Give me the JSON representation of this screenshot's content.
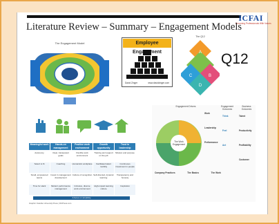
{
  "slide": {
    "title": "Literature Review – Summary – Engagement Models",
    "q12_label": "Q12",
    "logo": {
      "name": "ICFAI",
      "tagline": "Grooming Professionals With Values"
    }
  },
  "engagement_box": {
    "header": "Employee Engagement",
    "footer_left": "David Zinger",
    "footer_right": "www.davidzinger.com"
  },
  "model_table": {
    "headers": [
      "Meaningful work",
      "Hands-on management",
      "Positive work environment",
      "Growth opportunity",
      "Trust in leadership"
    ],
    "rows": [
      [
        "Autonomy",
        "Clear, transparent goals",
        "Flexible work environment",
        "Training and support on the job",
        "Mission and purpose"
      ],
      [
        "Select to fit",
        "Coaching",
        "Humanistic workplace",
        "Facilitated talent mobility",
        "Continuous investment in people"
      ],
      [
        "Small, empowered teams",
        "Invest in management development",
        "Culture of recognition",
        "Self-directed, dynamic learning",
        "Transparency and honesty"
      ],
      [
        "Time for slack",
        "Modern performance management",
        "Inclusive, diverse work environment",
        "High-impact learning culture",
        "Inspiration"
      ]
    ],
    "banner": "A focus on simplicity",
    "source": "Graphic: Deloitte University Press | DUPress.com"
  },
  "wheel": {
    "col_headers": [
      "Engagement Drivers",
      "Engagement Outcomes",
      "Business Outcomes"
    ],
    "center": "The Work Engagement",
    "drivers": [
      "Work",
      "Leadership",
      "Performance",
      "Company Practices",
      "The Basics",
      "The Work"
    ],
    "outcomes": [
      "Think",
      "Feel",
      "Act"
    ],
    "business": [
      "Talent",
      "Productivity",
      "Profitability",
      "Customer"
    ]
  },
  "colors": {
    "frame": "#e9a64a",
    "background": "#fbe3c4",
    "table_header": "#2d7db5",
    "ee_header": "#f3b21a"
  }
}
